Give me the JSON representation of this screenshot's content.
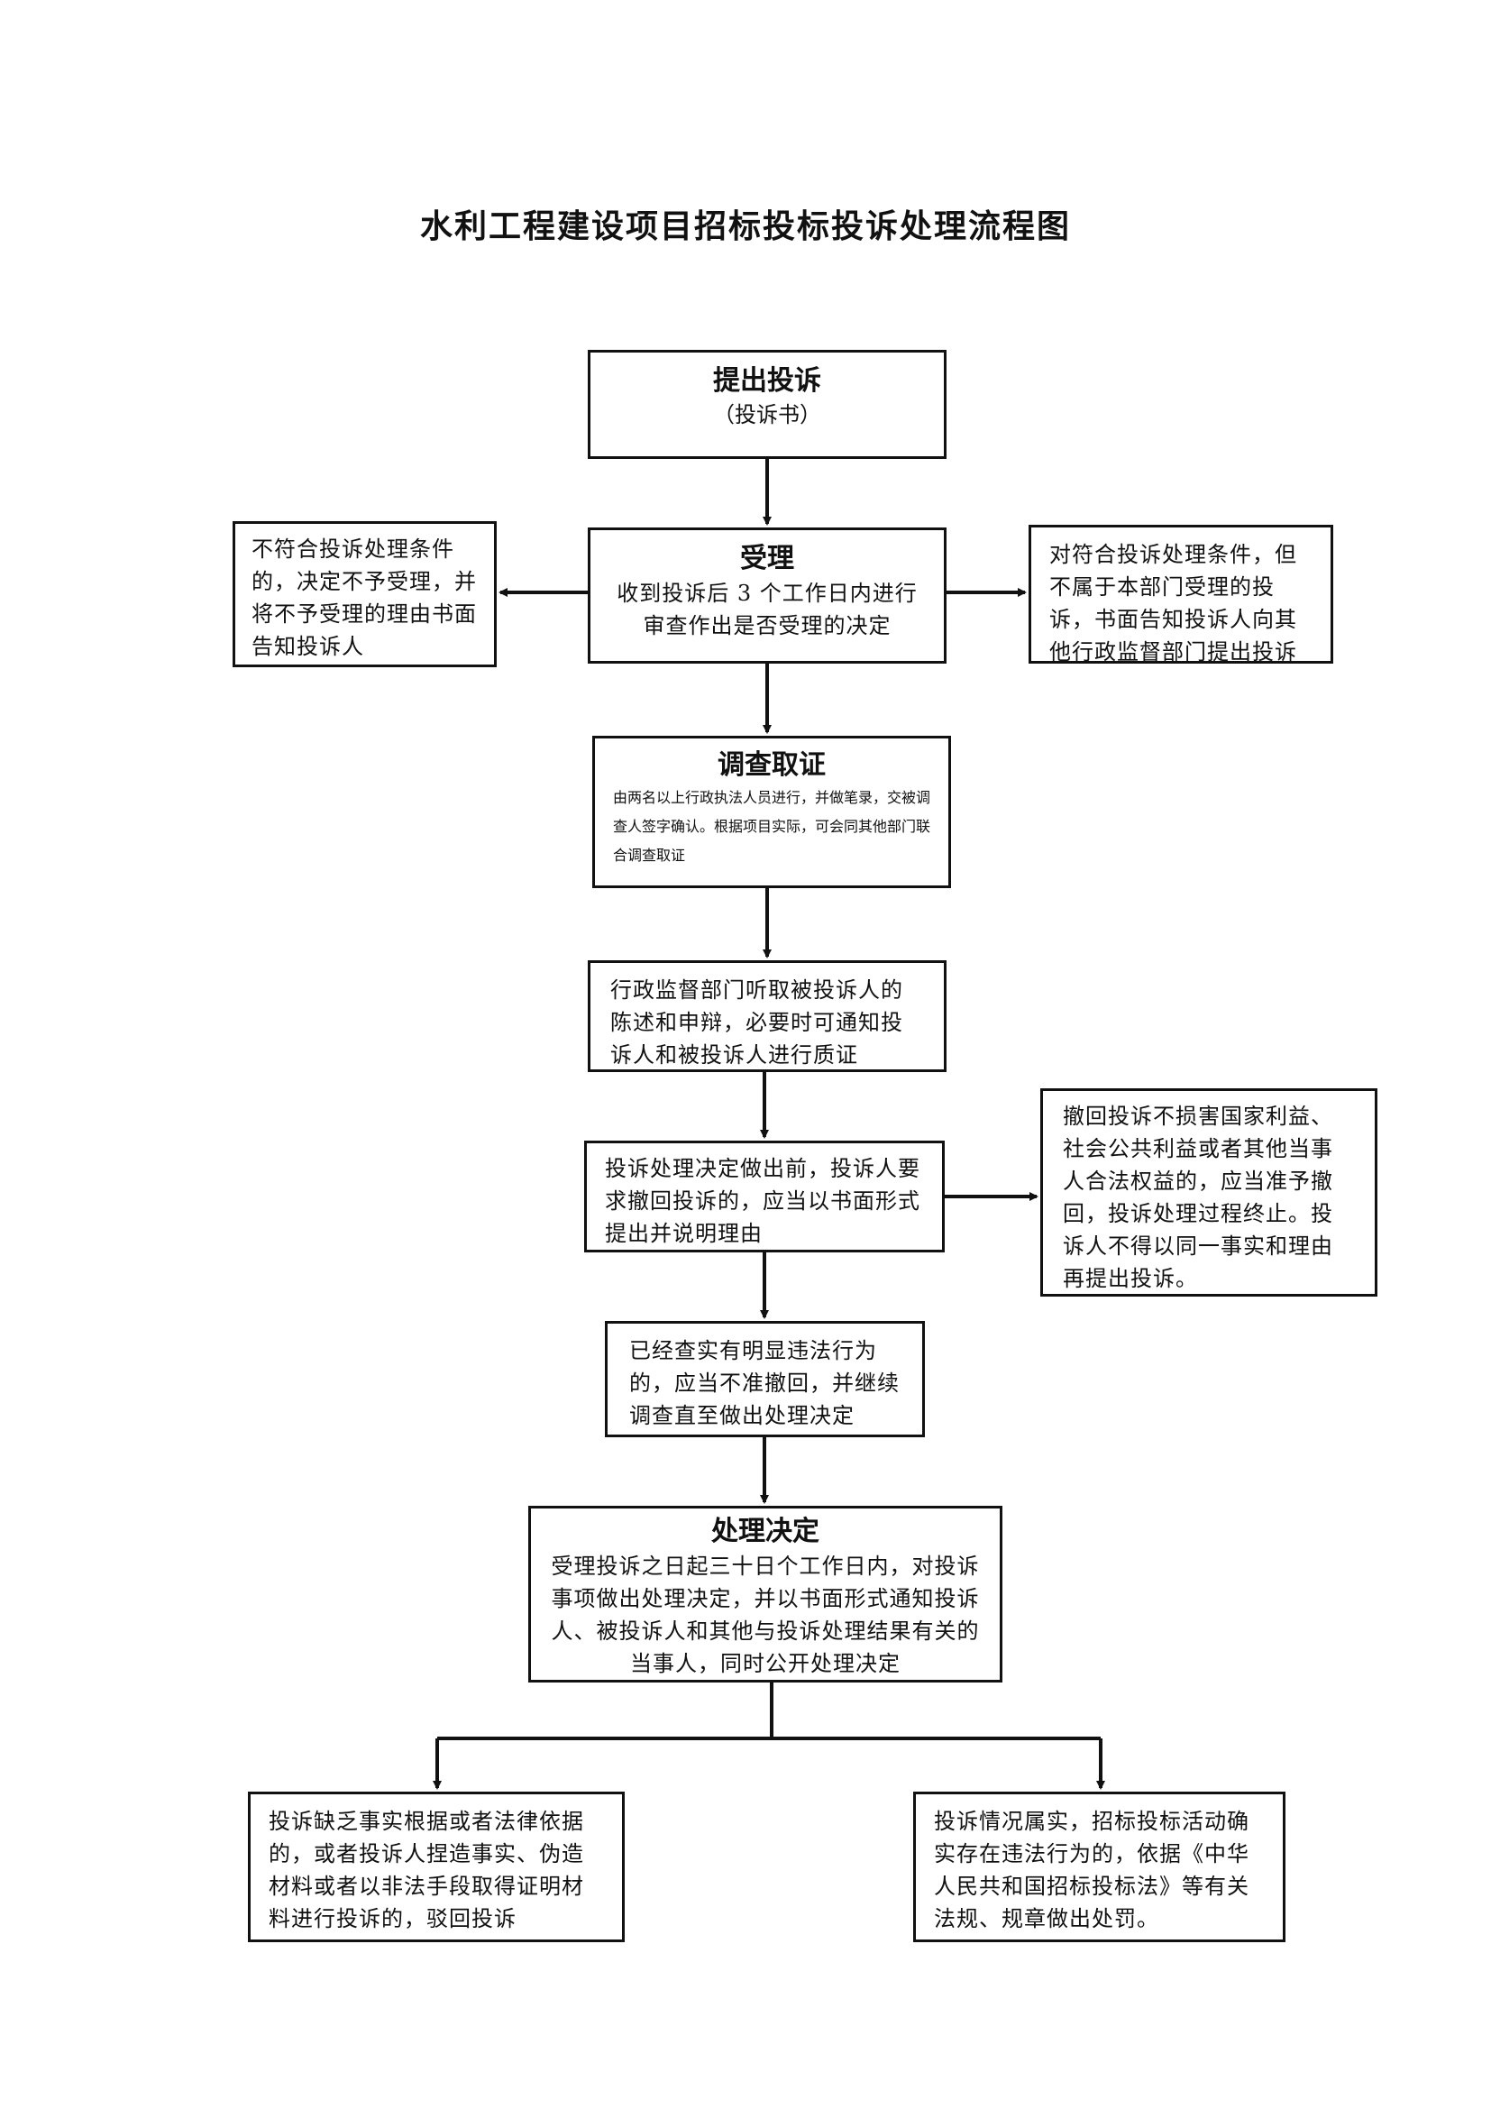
{
  "title": "水利工程建设项目招标投标投诉处理流程图",
  "nodes": {
    "submit": {
      "head": "提出投诉",
      "sub": "（投诉书）"
    },
    "accept": {
      "head": "受理",
      "body": "收到投诉后 3 个工作日内进行审查作出是否受理的决定"
    },
    "reject": {
      "body": "不符合投诉处理条件的，决定不予受理，并将不予受理的理由书面告知投诉人"
    },
    "transfer": {
      "body": "对符合投诉处理条件，但不属于本部门受理的投诉，书面告知投诉人向其他行政监督部门提出投诉"
    },
    "investigate": {
      "head": "调查取证",
      "body": "由两名以上行政执法人员进行，并做笔录，交被调查人签字确认。根据项目实际，可会同其他部门联合调查取证"
    },
    "hearing": {
      "body": "行政监督部门听取被投诉人的陈述和申辩，必要时可通知投诉人和被投诉人进行质证"
    },
    "withdraw": {
      "body": "投诉处理决定做出前，投诉人要求撤回投诉的，应当以书面形式提出并说明理由"
    },
    "withdraw_ok": {
      "body": "撤回投诉不损害国家利益、社会公共利益或者其他当事人合法权益的，应当准予撤回，投诉处理过程终止。投诉人不得以同一事实和理由再提出投诉。"
    },
    "no_withdraw": {
      "body": "已经查实有明显违法行为的，应当不准撤回，并继续调查直至做出处理决定"
    },
    "decision": {
      "head": "处理决定",
      "body": "受理投诉之日起三十日个工作日内，对投诉事项做出处理决定，并以书面形式通知投诉人、被投诉人和其他与投诉处理结果有关的当事人，同时公开处理决定"
    },
    "dismiss": {
      "body": "投诉缺乏事实根据或者法律依据的，或者投诉人捏造事实、伪造材料或者以非法手段取得证明材料进行投诉的，驳回投诉"
    },
    "punish": {
      "body": "投诉情况属实，招标投标活动确实存在违法行为的，依据《中华人民共和国招标投标法》等有关法规、规章做出处罚。"
    }
  },
  "edges": [
    {
      "from": "submit",
      "to": "accept"
    },
    {
      "from": "accept",
      "to": "reject"
    },
    {
      "from": "accept",
      "to": "transfer"
    },
    {
      "from": "accept",
      "to": "investigate"
    },
    {
      "from": "investigate",
      "to": "hearing"
    },
    {
      "from": "hearing",
      "to": "withdraw"
    },
    {
      "from": "withdraw",
      "to": "withdraw_ok"
    },
    {
      "from": "withdraw",
      "to": "no_withdraw"
    },
    {
      "from": "no_withdraw",
      "to": "decision"
    },
    {
      "from": "decision",
      "to": "dismiss"
    },
    {
      "from": "decision",
      "to": "punish"
    }
  ]
}
